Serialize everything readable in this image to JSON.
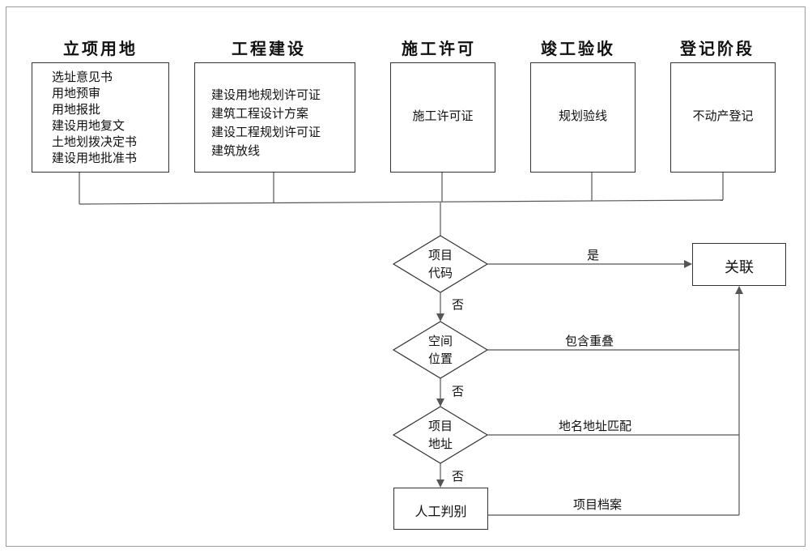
{
  "stages": [
    {
      "title": "立项用地",
      "items": [
        "选址意见书",
        "用地预审",
        "用地报批",
        "建设用地复文",
        "土地划拨决定书",
        "建设用地批准书"
      ]
    },
    {
      "title": "工程建设",
      "items": [
        "建设用地规划许可证",
        "建筑工程设计方案",
        "建设工程规划许可证",
        "建筑放线"
      ]
    },
    {
      "title": "施工许可",
      "items": [
        "施工许可证"
      ]
    },
    {
      "title": "竣工验收",
      "items": [
        "规划验线"
      ]
    },
    {
      "title": "登记阶段",
      "items": [
        "不动产登记"
      ]
    }
  ],
  "decisions": [
    {
      "line1": "项目",
      "line2": "代码",
      "yes_label": "是",
      "no_label": "否"
    },
    {
      "line1": "空间",
      "line2": "位置",
      "yes_label": "包含重叠",
      "no_label": "否"
    },
    {
      "line1": "项目",
      "line2": "地址",
      "yes_label": "地名地址匹配",
      "no_label": "否"
    }
  ],
  "manual": {
    "label": "人工判别",
    "link_label": "项目档案"
  },
  "result": {
    "label": "关联"
  }
}
